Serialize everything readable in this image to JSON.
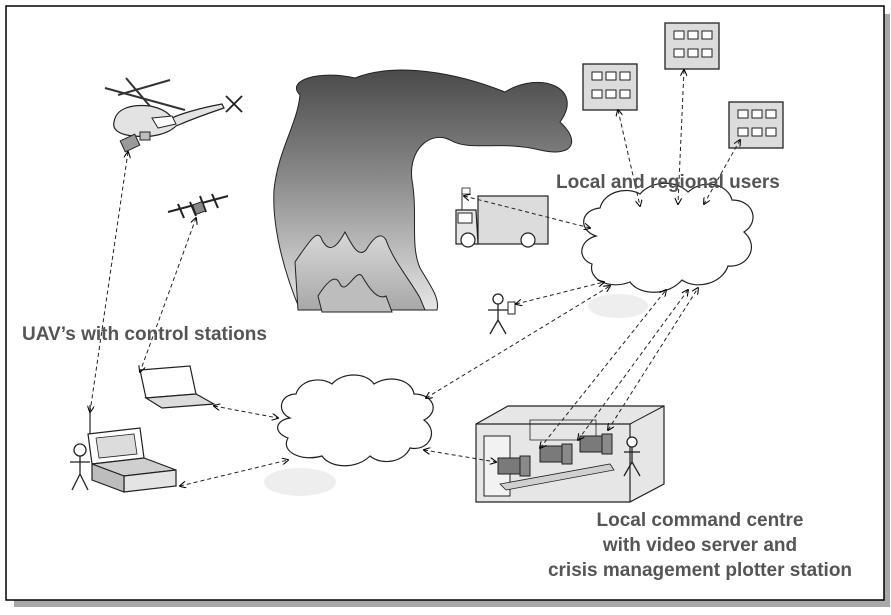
{
  "labels": {
    "local_regional_users": "Local and regional users",
    "uav_control_stations": "UAV’s with control stations",
    "command_centre": [
      "Local command centre",
      "with video server and",
      "crisis management plotter station"
    ]
  },
  "colors": {
    "frame_shadow": "#a0a0a0",
    "label_text": "#555555",
    "line": "#000000"
  }
}
